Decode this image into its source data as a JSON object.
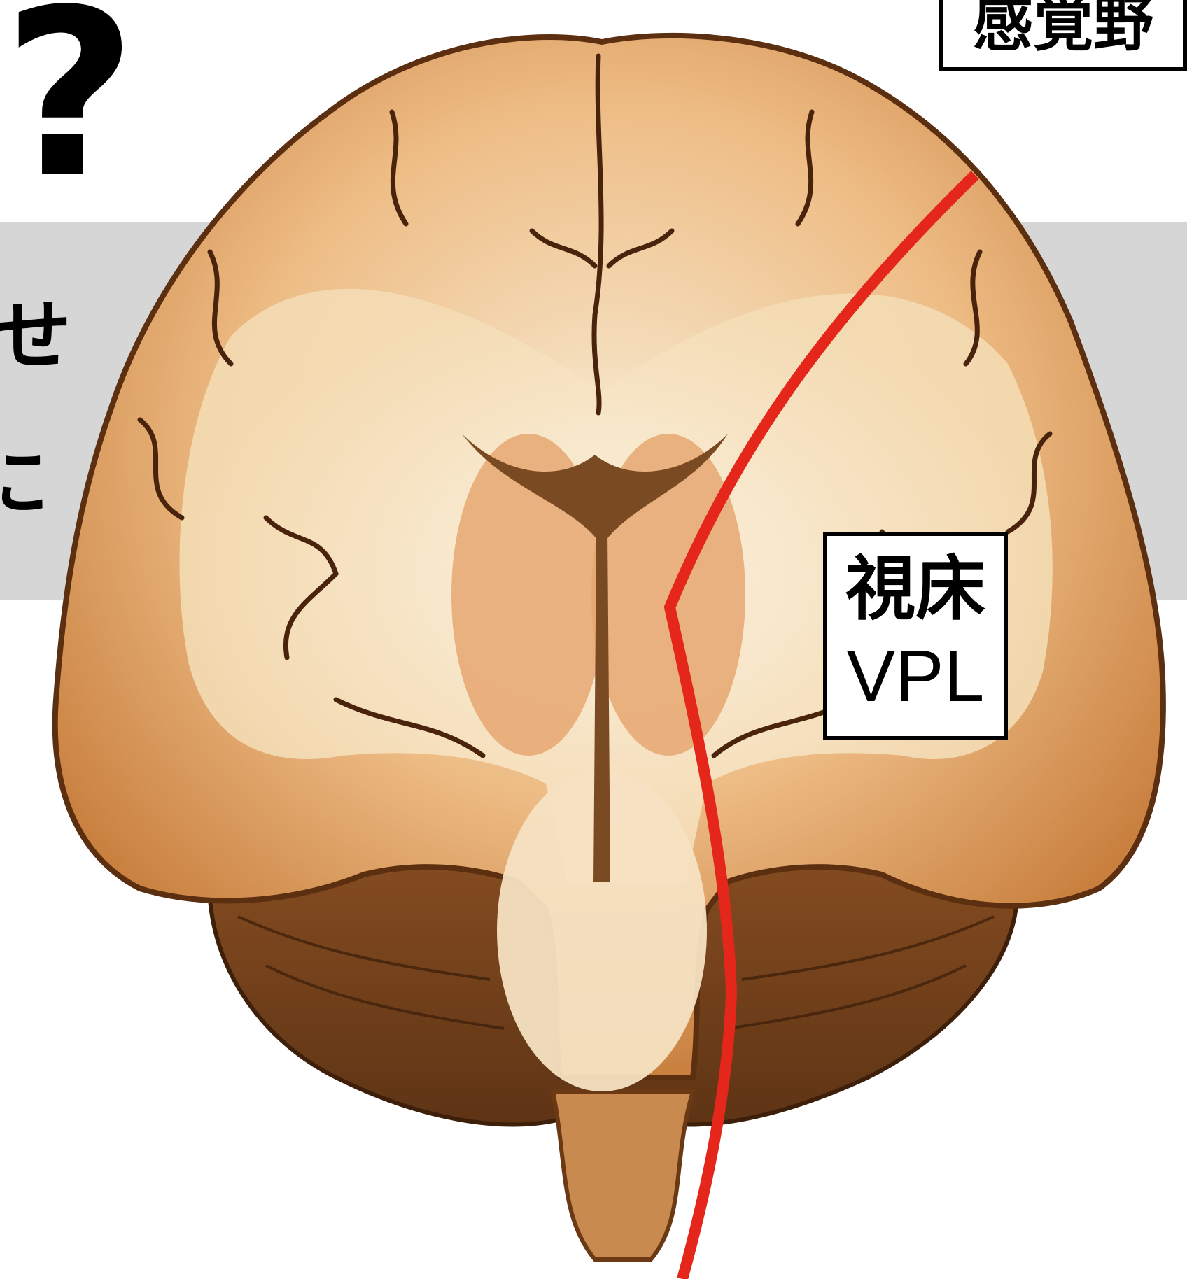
{
  "question_mark": "?",
  "background_text": {
    "line1": "せ",
    "line2": "に"
  },
  "labels": {
    "cortex": "感覚野",
    "thalamus_line1": "視床",
    "thalamus_line2": "VPL"
  },
  "colors": {
    "pathway": "#e5261a",
    "band": "#d6d6d6"
  }
}
